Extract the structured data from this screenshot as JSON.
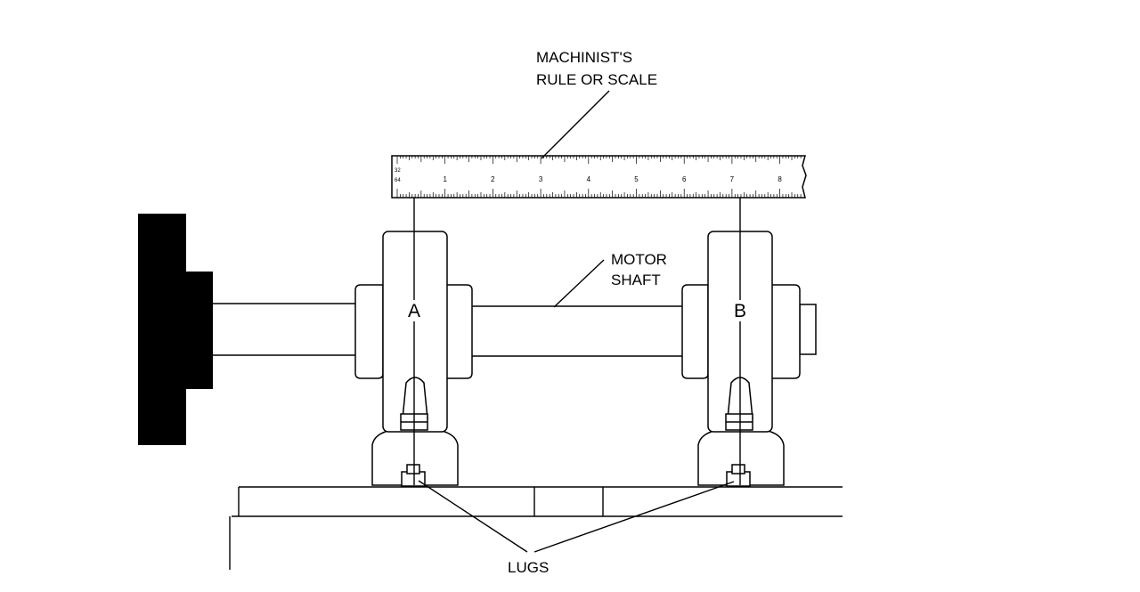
{
  "labels": {
    "rule_line1": "MACHINIST'S",
    "rule_line2": "RULE OR SCALE",
    "shaft_line1": "MOTOR",
    "shaft_line2": "SHAFT",
    "point_a": "A",
    "point_b": "B",
    "lugs": "LUGS"
  },
  "scale": {
    "fraction_top": "32",
    "fraction_bottom": "64",
    "numbers": [
      "1",
      "2",
      "3",
      "4",
      "5",
      "6",
      "7",
      "8"
    ]
  }
}
